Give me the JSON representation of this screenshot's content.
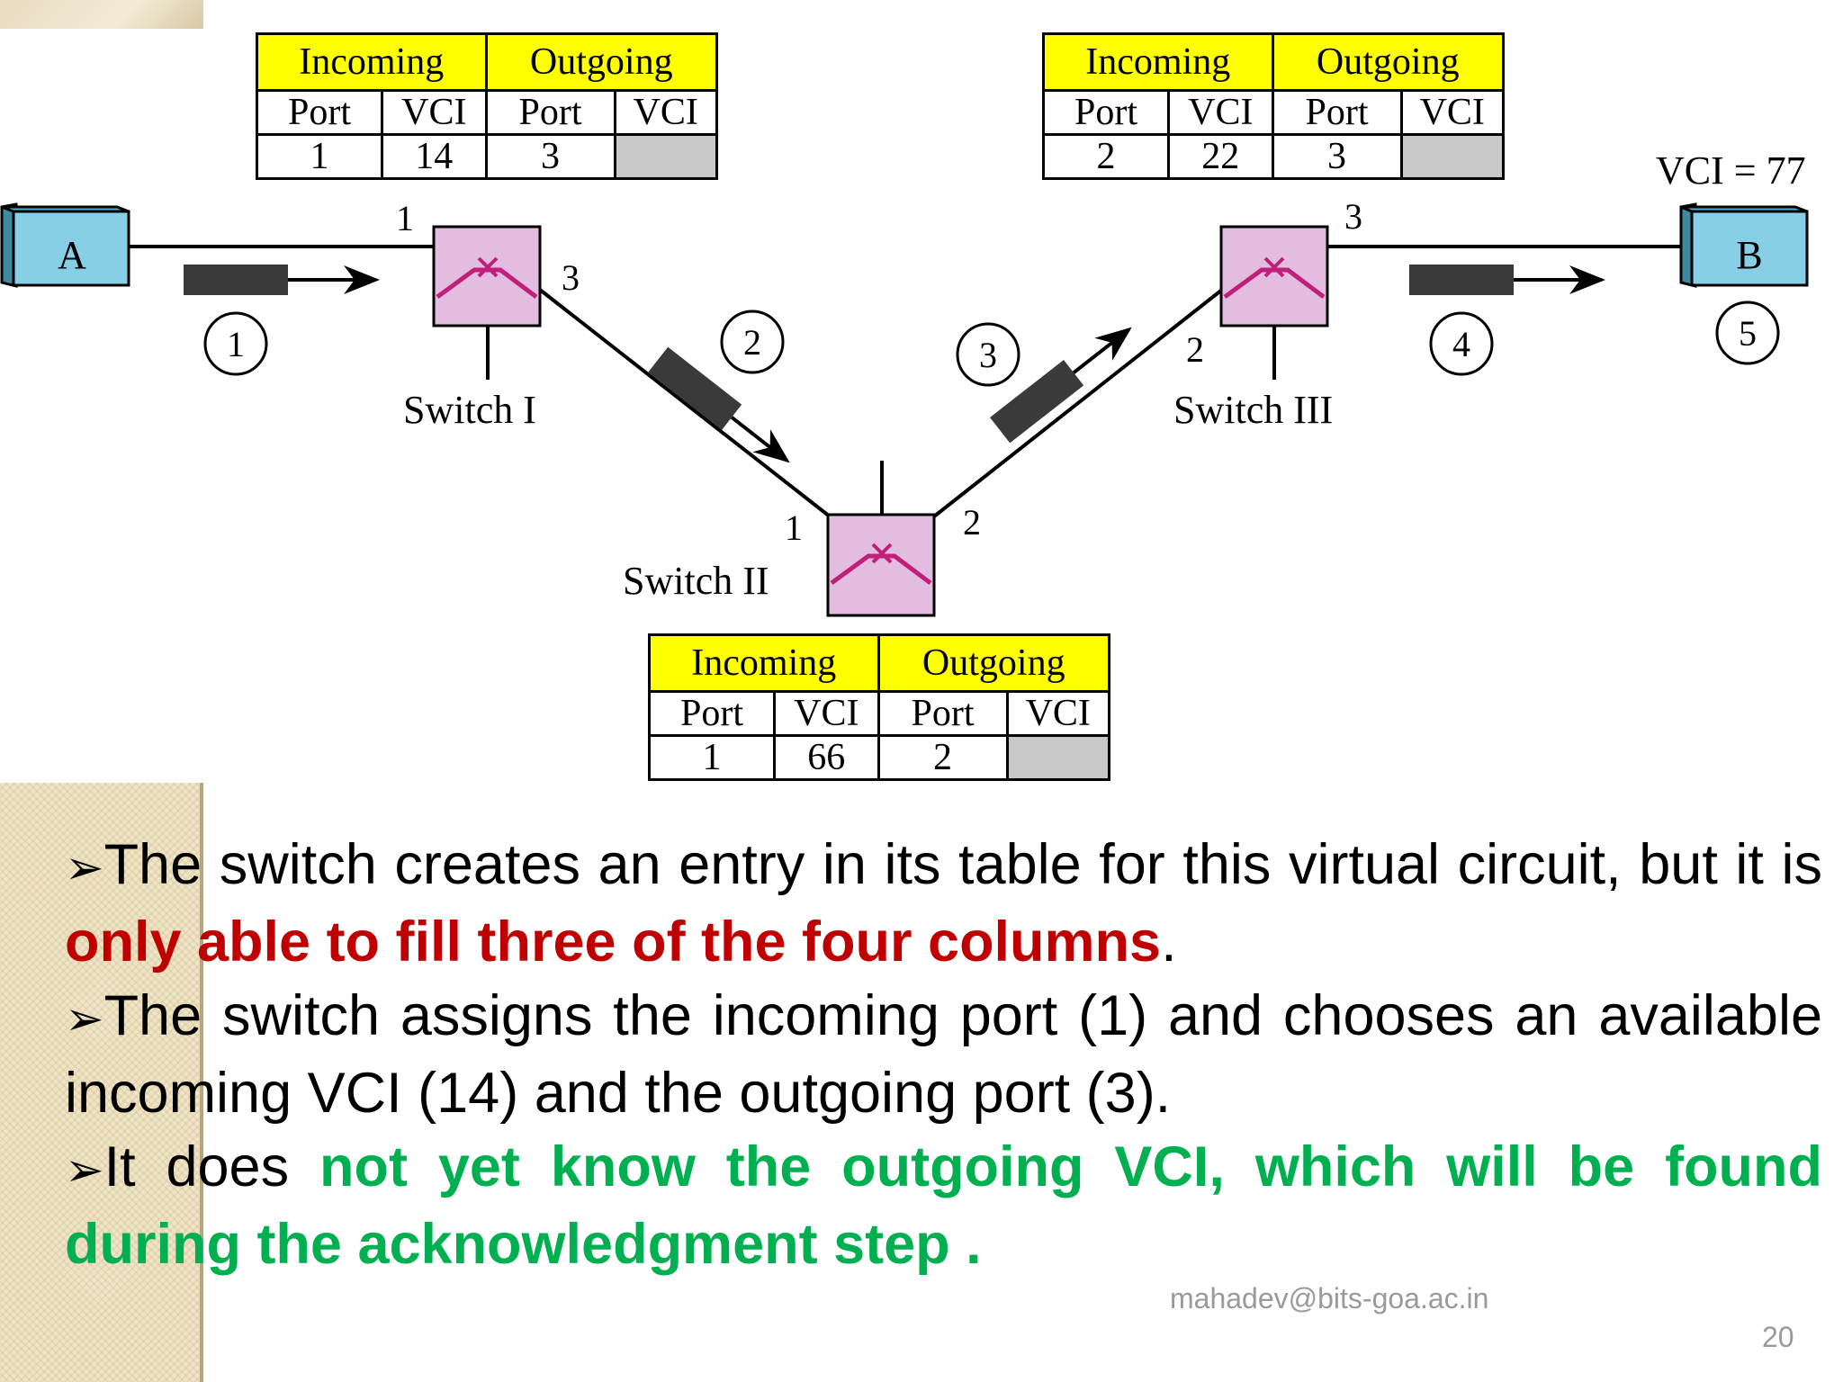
{
  "diagram": {
    "host_a": "A",
    "host_b": "B",
    "vci_label": "VCI = 77",
    "steps": [
      "1",
      "2",
      "3",
      "4",
      "5"
    ],
    "switches": {
      "s1": {
        "name": "Switch I",
        "ports": [
          "1",
          "3"
        ]
      },
      "s2": {
        "name": "Switch II",
        "ports": [
          "1",
          "2"
        ]
      },
      "s3": {
        "name": "Switch III",
        "ports": [
          "2",
          "3"
        ]
      }
    },
    "tables": [
      {
        "incoming": "Incoming",
        "outgoing": "Outgoing",
        "cols": [
          "Port",
          "VCI",
          "Port",
          "VCI"
        ],
        "values": [
          "1",
          "14",
          "3",
          ""
        ]
      },
      {
        "incoming": "Incoming",
        "outgoing": "Outgoing",
        "cols": [
          "Port",
          "VCI",
          "Port",
          "VCI"
        ],
        "values": [
          "2",
          "22",
          "3",
          ""
        ]
      },
      {
        "incoming": "Incoming",
        "outgoing": "Outgoing",
        "cols": [
          "Port",
          "VCI",
          "Port",
          "VCI"
        ],
        "values": [
          "1",
          "66",
          "2",
          ""
        ]
      }
    ]
  },
  "bullets": [
    {
      "marker": "➢",
      "pre": "The switch creates an entry in its table for this virtual circuit, but it is ",
      "highlight": "only able to fill three of the four columns",
      "post": "."
    },
    {
      "marker": "➢",
      "pre": "The switch assigns the incoming port (1) and chooses an available incoming VCI (14) and the outgoing port (3).",
      "highlight": "",
      "post": ""
    },
    {
      "marker": "➢",
      "pre": "It does ",
      "highlight": "not yet know the outgoing VCI, which will be found during the acknowledgment step .",
      "post": ""
    }
  ],
  "footer": {
    "email": "mahadev@bits-goa.ac.in",
    "page": "20"
  },
  "colors": {
    "highlight_red": "#c00000",
    "highlight_green": "#00b050",
    "table_header": "#ffff00",
    "switch_fill": "#e2bde0",
    "host_fill": "#86cfe6"
  }
}
